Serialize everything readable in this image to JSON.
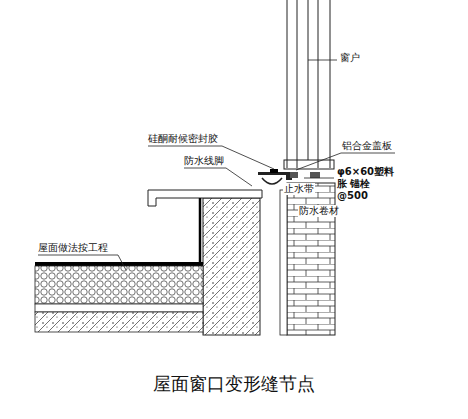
{
  "diagram": {
    "caption": "屋面窗口变形缝节点",
    "labels": [
      "窗户",
      "铝合金盖板",
      "硅酮耐候密封胶",
      "防水线脚",
      "φ6×60塑料胀 锚栓@500",
      "止水带",
      "防水卷材",
      "屋面做法按工程"
    ]
  }
}
